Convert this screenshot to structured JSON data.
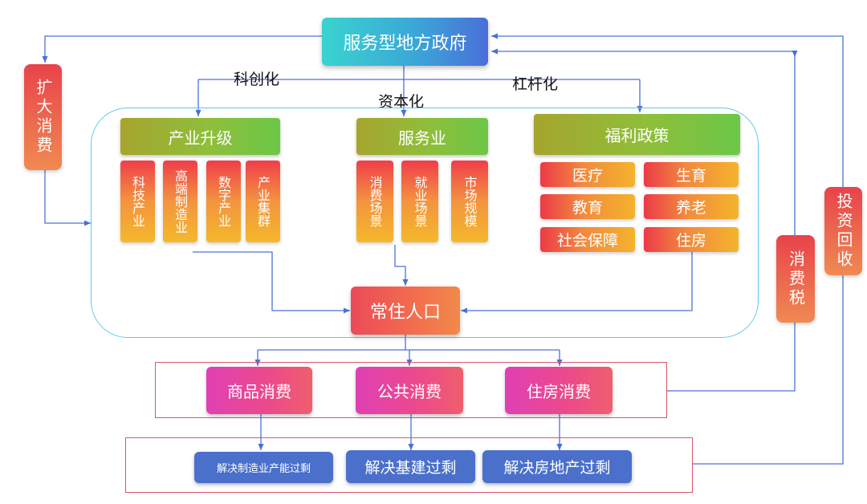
{
  "government": "服务型地方政府",
  "edge_labels": {
    "tech": "科创化",
    "capital": "资本化",
    "leverage": "杠杆化"
  },
  "expand_consumption": "扩大消费",
  "consumption_tax": "消费税",
  "investment_return": "投资回收",
  "industry": {
    "title": "产业升级",
    "items": [
      "科技产业",
      "高端制造业",
      "数字产业",
      "产业集群"
    ]
  },
  "service": {
    "title": "服务业",
    "items": [
      "消费场景",
      "就业场景",
      "市场规模"
    ]
  },
  "welfare": {
    "title": "福利政策",
    "items": [
      "医疗",
      "生育",
      "教育",
      "养老",
      "社会保障",
      "住房"
    ]
  },
  "population": "常住人口",
  "consumption": [
    "商品消费",
    "公共消费",
    "住房消费"
  ],
  "solutions": [
    "解决制造业产能过剩",
    "解决基建过剩",
    "解决房地产过剩"
  ]
}
